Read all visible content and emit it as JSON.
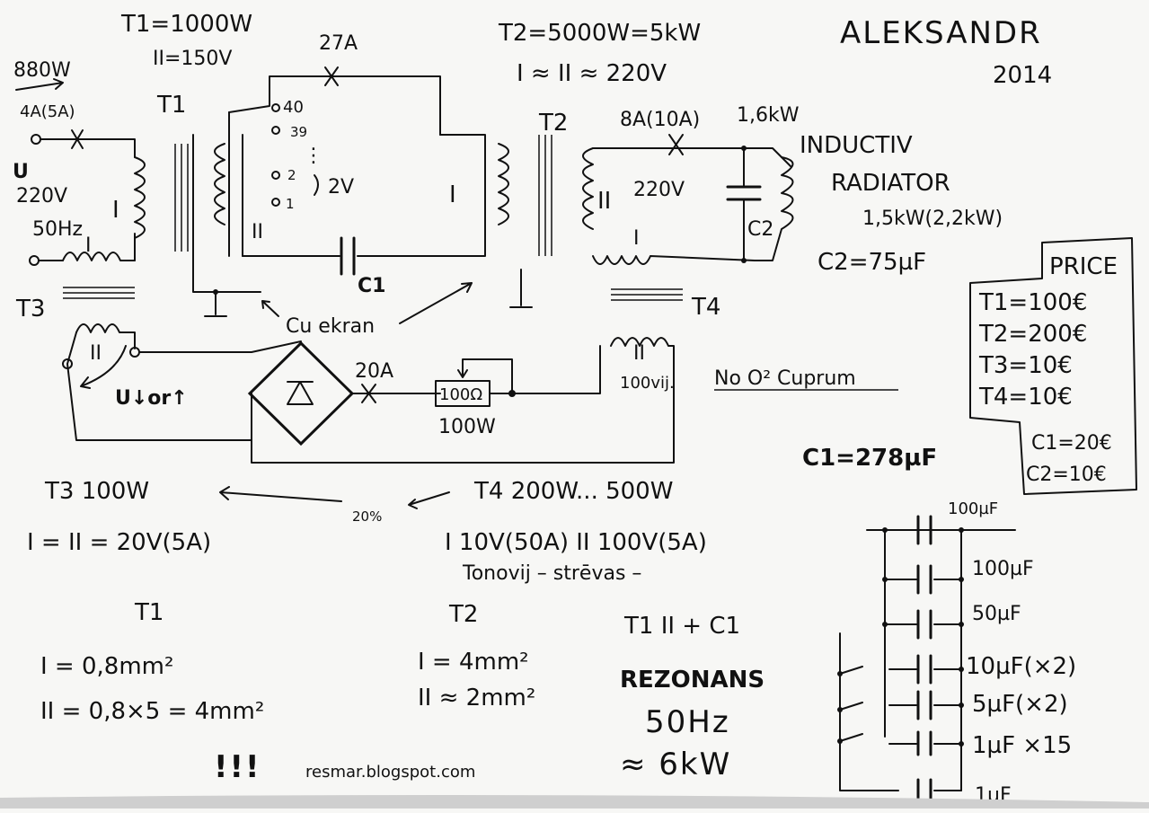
{
  "author": {
    "name": "ALEKSANDR",
    "year": "2014"
  },
  "header": {
    "t1_power": "T1=1000W",
    "t1_sec_voltage": "II=150V",
    "t2_power": "T2=5000W=5kW",
    "t2_voltage": "I ≈ II ≈ 220V",
    "current_27a": "27A"
  },
  "input": {
    "power": "880W",
    "current": "4A(5A)",
    "u": "U",
    "voltage": "220V",
    "freq": "50Hz",
    "winding": "I"
  },
  "t1": {
    "label": "T1",
    "tap40": "40",
    "tap39": "39",
    "tap2": "2",
    "tap1": "1",
    "step": "2V",
    "sec": "II",
    "pri": "I"
  },
  "t2": {
    "label": "T2",
    "pri": "I",
    "sec": "II",
    "voltage": "220V",
    "winding_i": "I",
    "current": "8A(10A)",
    "power": "1,6kW"
  },
  "c1_label": "C1",
  "cu_ekran": "Cu ekran",
  "load": {
    "inductiv": "INDUCTIV",
    "radiator": "RADIATOR",
    "power": "1,5kW(2,2kW)",
    "c2_label": "C2",
    "c2_value": "C2=75µF"
  },
  "price": {
    "title": "PRICE",
    "items": [
      "T1=100€",
      "T2=200€",
      "T3=10€",
      "T4=10€",
      "C1=20€",
      "C2=10€"
    ]
  },
  "t3": {
    "label": "T3",
    "winding": "II",
    "u_adj": "U↓or↑"
  },
  "t4": {
    "label": "T4",
    "winding": "II",
    "turns": "100vij."
  },
  "bridge": {
    "current": "20A",
    "resistor": "100Ω",
    "resistor_power": "100W"
  },
  "no_o2": "No O² Cuprum",
  "c1_value": "C1=278µF",
  "specs": {
    "t3_power": "T3  100W",
    "t3_percent": "20%",
    "t4_power": "T4 200W... 500W",
    "t3_voltage": "I = II = 20V(5A)",
    "t4_voltage": "I 10V(50A)   II 100V(5A)",
    "t4_note": "Tonovij – strēvas –"
  },
  "wires": {
    "t1_title": "T1",
    "t1_i": "I = 0,8mm²",
    "t1_ii": "II = 0,8×5 = 4mm²",
    "t1_note": "!!!",
    "t2_title": "T2",
    "t2_i": "I = 4mm²",
    "t2_ii": "II ≈ 2mm²"
  },
  "resonance": {
    "line1": "T1 II + C1",
    "line2": "REZONANS",
    "line3": "50Hz",
    "line4": "≈ 6kW"
  },
  "cap_bank": {
    "c100a": "100µF",
    "c100b": "100µF",
    "c50": "50µF",
    "c10": "10µF(×2)",
    "c5": "5µF(×2)",
    "c1x15": "1µF ×15",
    "c1": "1µF"
  },
  "footer": {
    "url": "resmar.blogspot.com"
  }
}
